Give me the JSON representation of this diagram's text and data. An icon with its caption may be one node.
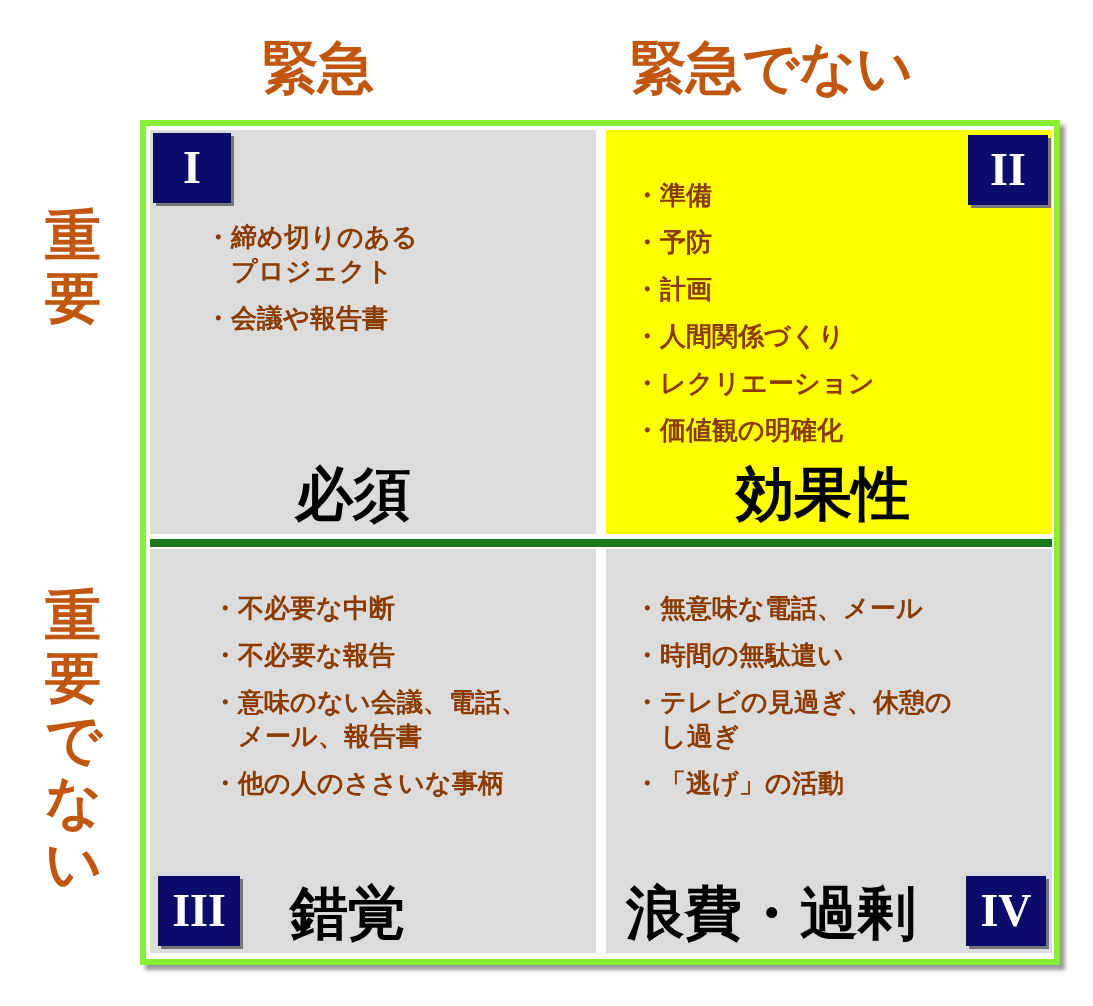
{
  "diagram": {
    "nodes": [
      {
        "text": [
          "I",
          "・締め切りのあるプロジェクト",
          "・会議や報告書",
          "必須"
        ]
      },
      {
        "text": [
          "II",
          "・準備",
          "・予防",
          "・計画",
          "・人間関係づくり",
          "・レクリエーション",
          "・価値観の明確化",
          "効果性"
        ]
      },
      {
        "text": [
          "・不必要な中断",
          "・不必要な報告",
          "・意味のない会議、電話、メール、報告書",
          "・他の人のささいな事柄",
          "III",
          "錯覚"
        ]
      },
      {
        "text": [
          "・無意味な電話、メール",
          "・時間の無駄遣い",
          "・テレビの見過ぎ、休憩のし過ぎ",
          "・「逃げ」の活動",
          "浪費・過剰",
          "IV"
        ]
      }
    ],
    "edges": [],
    "labels": [
      "緊急",
      "緊急でない",
      "重要",
      "重要でない"
    ]
  }
}
